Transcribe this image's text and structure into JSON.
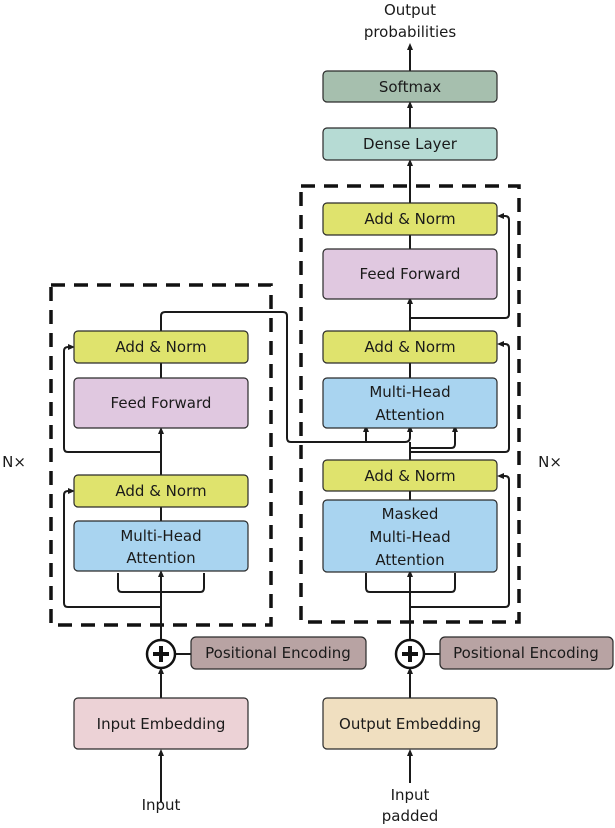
{
  "colors": {
    "add_norm": "#dfe36d",
    "feed_forward": "#e0c8e0",
    "attention": "#a9d4f0",
    "positional_encoding": "#b8a3a3",
    "input_embedding": "#ecd2d6",
    "output_embedding": "#f0dfc0",
    "dense": "#b6dbd4",
    "softmax": "#a6bfae"
  },
  "encoder": {
    "repeat_label": "N×",
    "add_norm_top": "Add & Norm",
    "feed_forward": "Feed Forward",
    "add_norm_bottom": "Add & Norm",
    "attention_line1": "Multi-Head",
    "attention_line2": "Attention",
    "positional_encoding": "Positional Encoding",
    "embedding": "Input Embedding",
    "input_label": "Input"
  },
  "decoder": {
    "repeat_label": "N×",
    "add_norm_top": "Add & Norm",
    "feed_forward": "Feed Forward",
    "add_norm_mid": "Add & Norm",
    "attention_line1": "Multi-Head",
    "attention_line2": "Attention",
    "add_norm_bottom": "Add & Norm",
    "masked_line1": "Masked",
    "masked_line2": "Multi-Head",
    "masked_line3": "Attention",
    "positional_encoding": "Positional Encoding",
    "embedding": "Output Embedding",
    "input_line1": "Input",
    "input_line2": "padded"
  },
  "head": {
    "dense": "Dense Layer",
    "softmax": "Softmax",
    "output_line1": "Output",
    "output_line2": "probabilities"
  }
}
